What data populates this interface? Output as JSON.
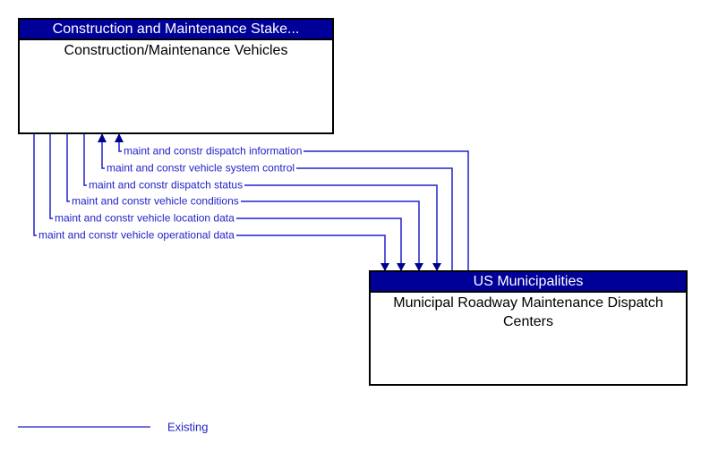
{
  "source_box": {
    "header": "Construction and Maintenance Stake...",
    "title": "Construction/Maintenance Vehicles"
  },
  "target_box": {
    "header": "US Municipalities",
    "title": "Municipal Roadway Maintenance Dispatch Centers"
  },
  "flows": [
    {
      "label": "maint and constr dispatch information",
      "direction": "target_to_source",
      "status": "existing"
    },
    {
      "label": "maint and constr vehicle system control",
      "direction": "target_to_source",
      "status": "existing"
    },
    {
      "label": "maint and constr dispatch status",
      "direction": "source_to_target",
      "status": "existing"
    },
    {
      "label": "maint and constr vehicle conditions",
      "direction": "source_to_target",
      "status": "existing"
    },
    {
      "label": "maint and constr vehicle location data",
      "direction": "source_to_target",
      "status": "existing"
    },
    {
      "label": "maint and constr vehicle operational data",
      "direction": "source_to_target",
      "status": "existing"
    }
  ],
  "legend": {
    "line_label": "Existing"
  },
  "colors": {
    "header_bg": "#000099",
    "header_text": "#ffffff",
    "flow_line": "#2222CC",
    "arrowhead": "#000090",
    "box_border": "#000000",
    "box_body_text": "#000000",
    "background": "#ffffff"
  }
}
